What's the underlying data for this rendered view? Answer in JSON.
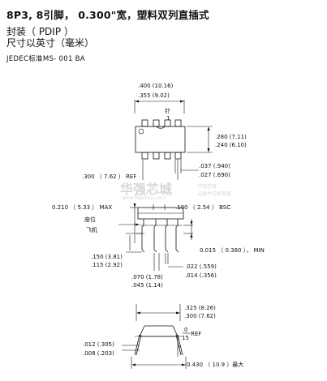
{
  "header": {
    "title": "8P3, 8引脚， 0.300\"宽，塑料双列直插式",
    "package": "封装（  PDIP  ）",
    "unit": "尺寸以英寸（毫米）",
    "standard": "JEDEC标准MS- 001 BA"
  },
  "top_view": {
    "width_max": ".400 (10.16)",
    "width_min": ".355 (9.02)",
    "pin1_label": "1",
    "pin1_mark": "针",
    "height_max": ".280 (7.11)",
    "height_min": ".240 (6.10)",
    "lead_w_max": ".037 (.940)",
    "lead_w_min": ".027 (.690)",
    "ref_span": ".300 （ 7.62 ） REF"
  },
  "side_view": {
    "max_height": "0.210 （ 5.33 ） MAX",
    "pitch": ".100 （ 2.54 ） BSC",
    "seating_plane": "座位",
    "seating_plane2": "飞机",
    "standoff_min": "0.015 （ 0.380 ），  MIN",
    "lead_len_max": ".150 (3.81)",
    "lead_len_min": ".115 (2.92)",
    "lead_d_max": ".022 (.559)",
    "lead_d_min": ".014 (.356)",
    "shoulder_max": ".070 (1.78)",
    "shoulder_min": ".045 (1.14)"
  },
  "end_view": {
    "span_max": ".325 (8.26)",
    "span_min": ".300 (7.62)",
    "angle_min": "0",
    "angle_max": "15",
    "angle_ref": "REF",
    "thick_max": ".012 (.305)",
    "thick_min": ".008 (.203)",
    "overall_max": "0.430 （ 10.9 ）最大"
  },
  "watermark": {
    "brand": "华强芯城",
    "url": "www.hqschip.com",
    "tag": "华强芯城",
    "tag2": "元器件在线商城"
  }
}
